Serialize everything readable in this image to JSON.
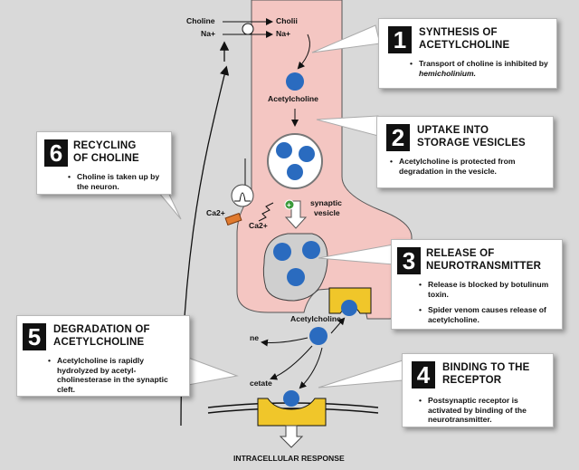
{
  "colors": {
    "background": "#d9d9d9",
    "neuron": "#f4c6c2",
    "molecule": "#2a6bbf",
    "receptor": "#f0c62a",
    "callout": "#ffffff"
  },
  "steps": [
    {
      "number": "1",
      "title_line1": "SYNTHESIS OF",
      "title_line2": "ACETYLCHOLINE",
      "bullets": [
        {
          "text": "Transport of choline is inhibited by ",
          "emphasis": "hemicholinium."
        }
      ]
    },
    {
      "number": "2",
      "title_line1": "UPTAKE INTO",
      "title_line2": "STORAGE VESICLES",
      "bullets": [
        {
          "text": "Acetylcholine is protected from degradation in the vesicle.",
          "emphasis": ""
        }
      ]
    },
    {
      "number": "3",
      "title_line1": "RELEASE OF",
      "title_line2": "NEUROTRANSMITTER",
      "bullets": [
        {
          "text": "Release is blocked by botulinum toxin.",
          "emphasis": ""
        },
        {
          "text": "Spider venom causes release of acetylcholine.",
          "emphasis": ""
        }
      ]
    },
    {
      "number": "4",
      "title_line1": "BINDING TO THE",
      "title_line2": "RECEPTOR",
      "bullets": [
        {
          "text": "Postsynaptic receptor is activated by binding of the neurotransmitter.",
          "emphasis": ""
        }
      ]
    },
    {
      "number": "5",
      "title_line1": "DEGRADATION OF",
      "title_line2": "ACETYLCHOLINE",
      "bullets": [
        {
          "text": "Acetylcholine is rapidly hydrolyzed by acetyl-cholinesterase in the synaptic cleft.",
          "emphasis": ""
        }
      ]
    },
    {
      "number": "6",
      "title_line1": "RECYCLING",
      "title_line2": "OF CHOLINE",
      "bullets": [
        {
          "text": "Choline is taken up by the neuron.",
          "emphasis": ""
        }
      ]
    }
  ],
  "labels": {
    "choline_outside": "Choline",
    "na_outside": "Na+",
    "choline_inside": "Cholii",
    "na_inside": "Na+",
    "acetylcholine_top": "Acetylcholine",
    "synaptic_vesicle_1": "synaptic",
    "synaptic_vesicle_2": "vesicle",
    "ca_outside": "Ca2+",
    "ca_inside": "Ca2+",
    "acetylcholine_cleft": "Acetylcholine",
    "choline_partial": "ne",
    "acetate_partial": "cetate",
    "intracellular_response": "INTRACELLULAR RESPONSE"
  }
}
